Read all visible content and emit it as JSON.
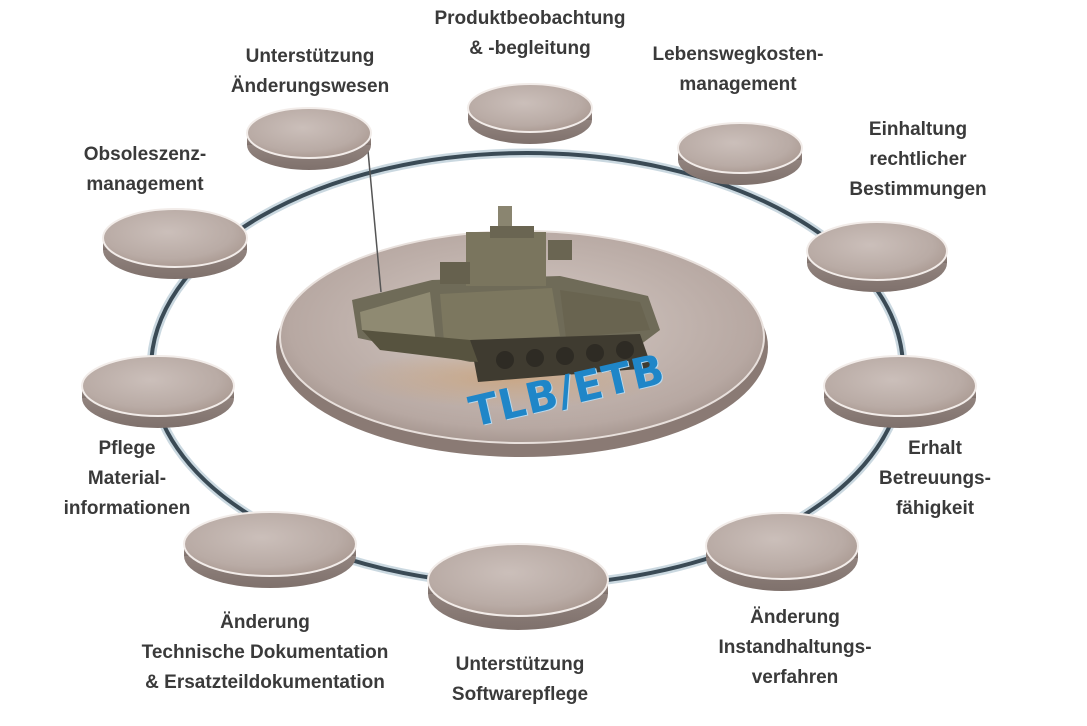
{
  "hub": {
    "label": "TLB/ETB",
    "image": "armored-vehicle-photo"
  },
  "nodes": [
    {
      "id": "produktbeobachtung",
      "lines": [
        "Produktbeobachtung",
        "& -begleitung"
      ]
    },
    {
      "id": "lebenswegkosten",
      "lines": [
        "Lebenswegkosten-",
        "management"
      ]
    },
    {
      "id": "einhaltung",
      "lines": [
        "Einhaltung",
        "rechtlicher",
        "Bestimmungen"
      ]
    },
    {
      "id": "erhalt",
      "lines": [
        "Erhalt",
        "Betreuungs-",
        "fähigkeit"
      ]
    },
    {
      "id": "instandhaltung",
      "lines": [
        "Änderung",
        "Instandhaltungs-",
        "verfahren"
      ]
    },
    {
      "id": "softwarepflege",
      "lines": [
        "Unterstützung",
        "Softwarepflege"
      ]
    },
    {
      "id": "technische-dokumentation",
      "lines": [
        "Änderung",
        "Technische Dokumentation",
        "& Ersatzteildokumentation"
      ]
    },
    {
      "id": "materialinformationen",
      "lines": [
        "Pflege",
        "Material-",
        "informationen"
      ]
    },
    {
      "id": "obsoleszenz",
      "lines": [
        "Obsoleszenz-",
        "management"
      ]
    },
    {
      "id": "aenderungswesen",
      "lines": [
        "Unterstützung",
        "Änderungswesen"
      ]
    }
  ],
  "colors": {
    "disc_top": "#bfb1ab",
    "disc_side": "#9a8c86",
    "ring": "#3a4a55",
    "label": "#3a3a3a",
    "hub_text": "#1f86c8"
  }
}
